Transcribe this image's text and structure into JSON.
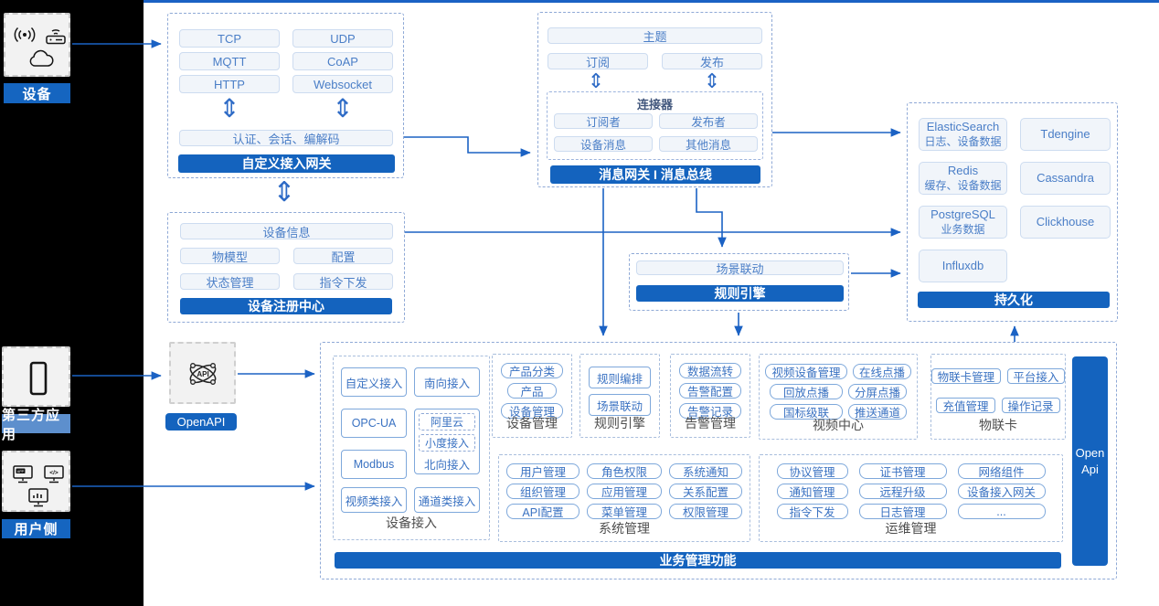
{
  "colors": {
    "accent": "#1463be",
    "line": "#1b62c4",
    "light_label": "#5d8fcd"
  },
  "icons": {
    "updown_arrow": "⇕",
    "api": "API",
    "app": "APP",
    "code": "</>"
  },
  "sidebar": {
    "device": {
      "label": "设备"
    },
    "third_party": {
      "label": "第三方应用"
    },
    "user_side": {
      "label": "用户侧"
    }
  },
  "gateway": {
    "protocols": [
      "TCP",
      "UDP",
      "MQTT",
      "CoAP",
      "HTTP",
      "Websocket"
    ],
    "auth_layer": "认证、会话、编解码",
    "title": "自定义接入网关"
  },
  "message_bus": {
    "topic": "主题",
    "subscribe": "订阅",
    "publish": "发布",
    "connector": {
      "title": "连接器",
      "items": [
        "订阅者",
        "发布者",
        "设备消息",
        "其他消息"
      ]
    },
    "title": "消息网关 I 消息总线"
  },
  "registry": {
    "device_info": "设备信息",
    "items": [
      "物模型",
      "配置",
      "状态管理",
      "指令下发"
    ],
    "title": "设备注册中心"
  },
  "rule_engine": {
    "scene": "场景联动",
    "title": "规则引擎"
  },
  "persistence": {
    "dbs": [
      {
        "name": "ElasticSearch",
        "sub": "日志、设备数据"
      },
      {
        "name": "Tdengine",
        "sub": ""
      },
      {
        "name": "Redis",
        "sub": "缓存、设备数据"
      },
      {
        "name": "Cassandra",
        "sub": ""
      },
      {
        "name": "PostgreSQL",
        "sub": "业务数据"
      },
      {
        "name": "Clickhouse",
        "sub": ""
      },
      {
        "name": "Influxdb",
        "sub": ""
      }
    ],
    "title": "持久化"
  },
  "openapi": {
    "label": "OpenAPI"
  },
  "business": {
    "title": "业务管理功能",
    "open_api_bar": "Open Api",
    "access": {
      "label": "设备接入",
      "custom": "自定义接入",
      "south": "南向接入",
      "opcua": "OPC-UA",
      "north_group": {
        "ali": "阿里云",
        "xiaodu": "小度接入",
        "north": "北向接入"
      },
      "modbus": "Modbus",
      "video": "视频类接入",
      "channel": "通道类接入"
    },
    "device_mgmt": {
      "label": "设备管理",
      "items": [
        "产品分类",
        "产品",
        "设备管理"
      ]
    },
    "rule": {
      "label": "规则引擎",
      "items": [
        "规则编排",
        "场景联动"
      ]
    },
    "alarm": {
      "label": "告警管理",
      "items": [
        "数据流转",
        "告警配置",
        "告警记录"
      ]
    },
    "video_center": {
      "label": "视频中心",
      "items": [
        "视频设备管理",
        "在线点播",
        "回放点播",
        "分屏点播",
        "国标级联",
        "推送通道"
      ]
    },
    "iot_card": {
      "label": "物联卡",
      "items": [
        "物联卡管理",
        "平台接入",
        "充值管理",
        "操作记录"
      ]
    },
    "system": {
      "label": "系统管理",
      "items": [
        "用户管理",
        "角色权限",
        "系统通知",
        "组织管理",
        "应用管理",
        "关系配置",
        "API配置",
        "菜单管理",
        "权限管理"
      ]
    },
    "ops": {
      "label": "运维管理",
      "items": [
        "协议管理",
        "证书管理",
        "网络组件",
        "通知管理",
        "远程升级",
        "设备接入网关",
        "指令下发",
        "日志管理",
        "..."
      ]
    }
  }
}
